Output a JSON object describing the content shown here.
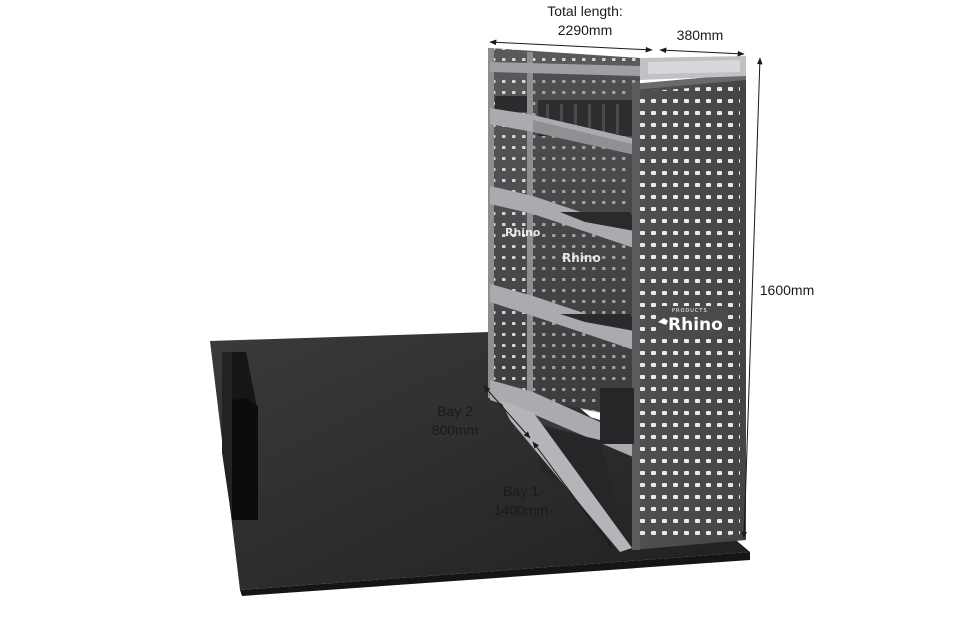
{
  "dimensions": {
    "total_length_label": "Total length:",
    "total_length_value": "2290mm",
    "depth_value": "380mm",
    "height_value": "1600mm"
  },
  "bays": [
    {
      "name": "Bay 2",
      "length": "800mm"
    },
    {
      "name": "Bay 1",
      "length": "1400mm"
    }
  ],
  "brand": {
    "logo_text": "Rhino",
    "logo_subtext": "PRODUCTS"
  },
  "colors": {
    "floor": "#2e2e2e",
    "panel": "#4a4a4c",
    "shelf_edge": "#a9abae",
    "wall": "#1a1a1a",
    "text": "#1a1a1a"
  }
}
